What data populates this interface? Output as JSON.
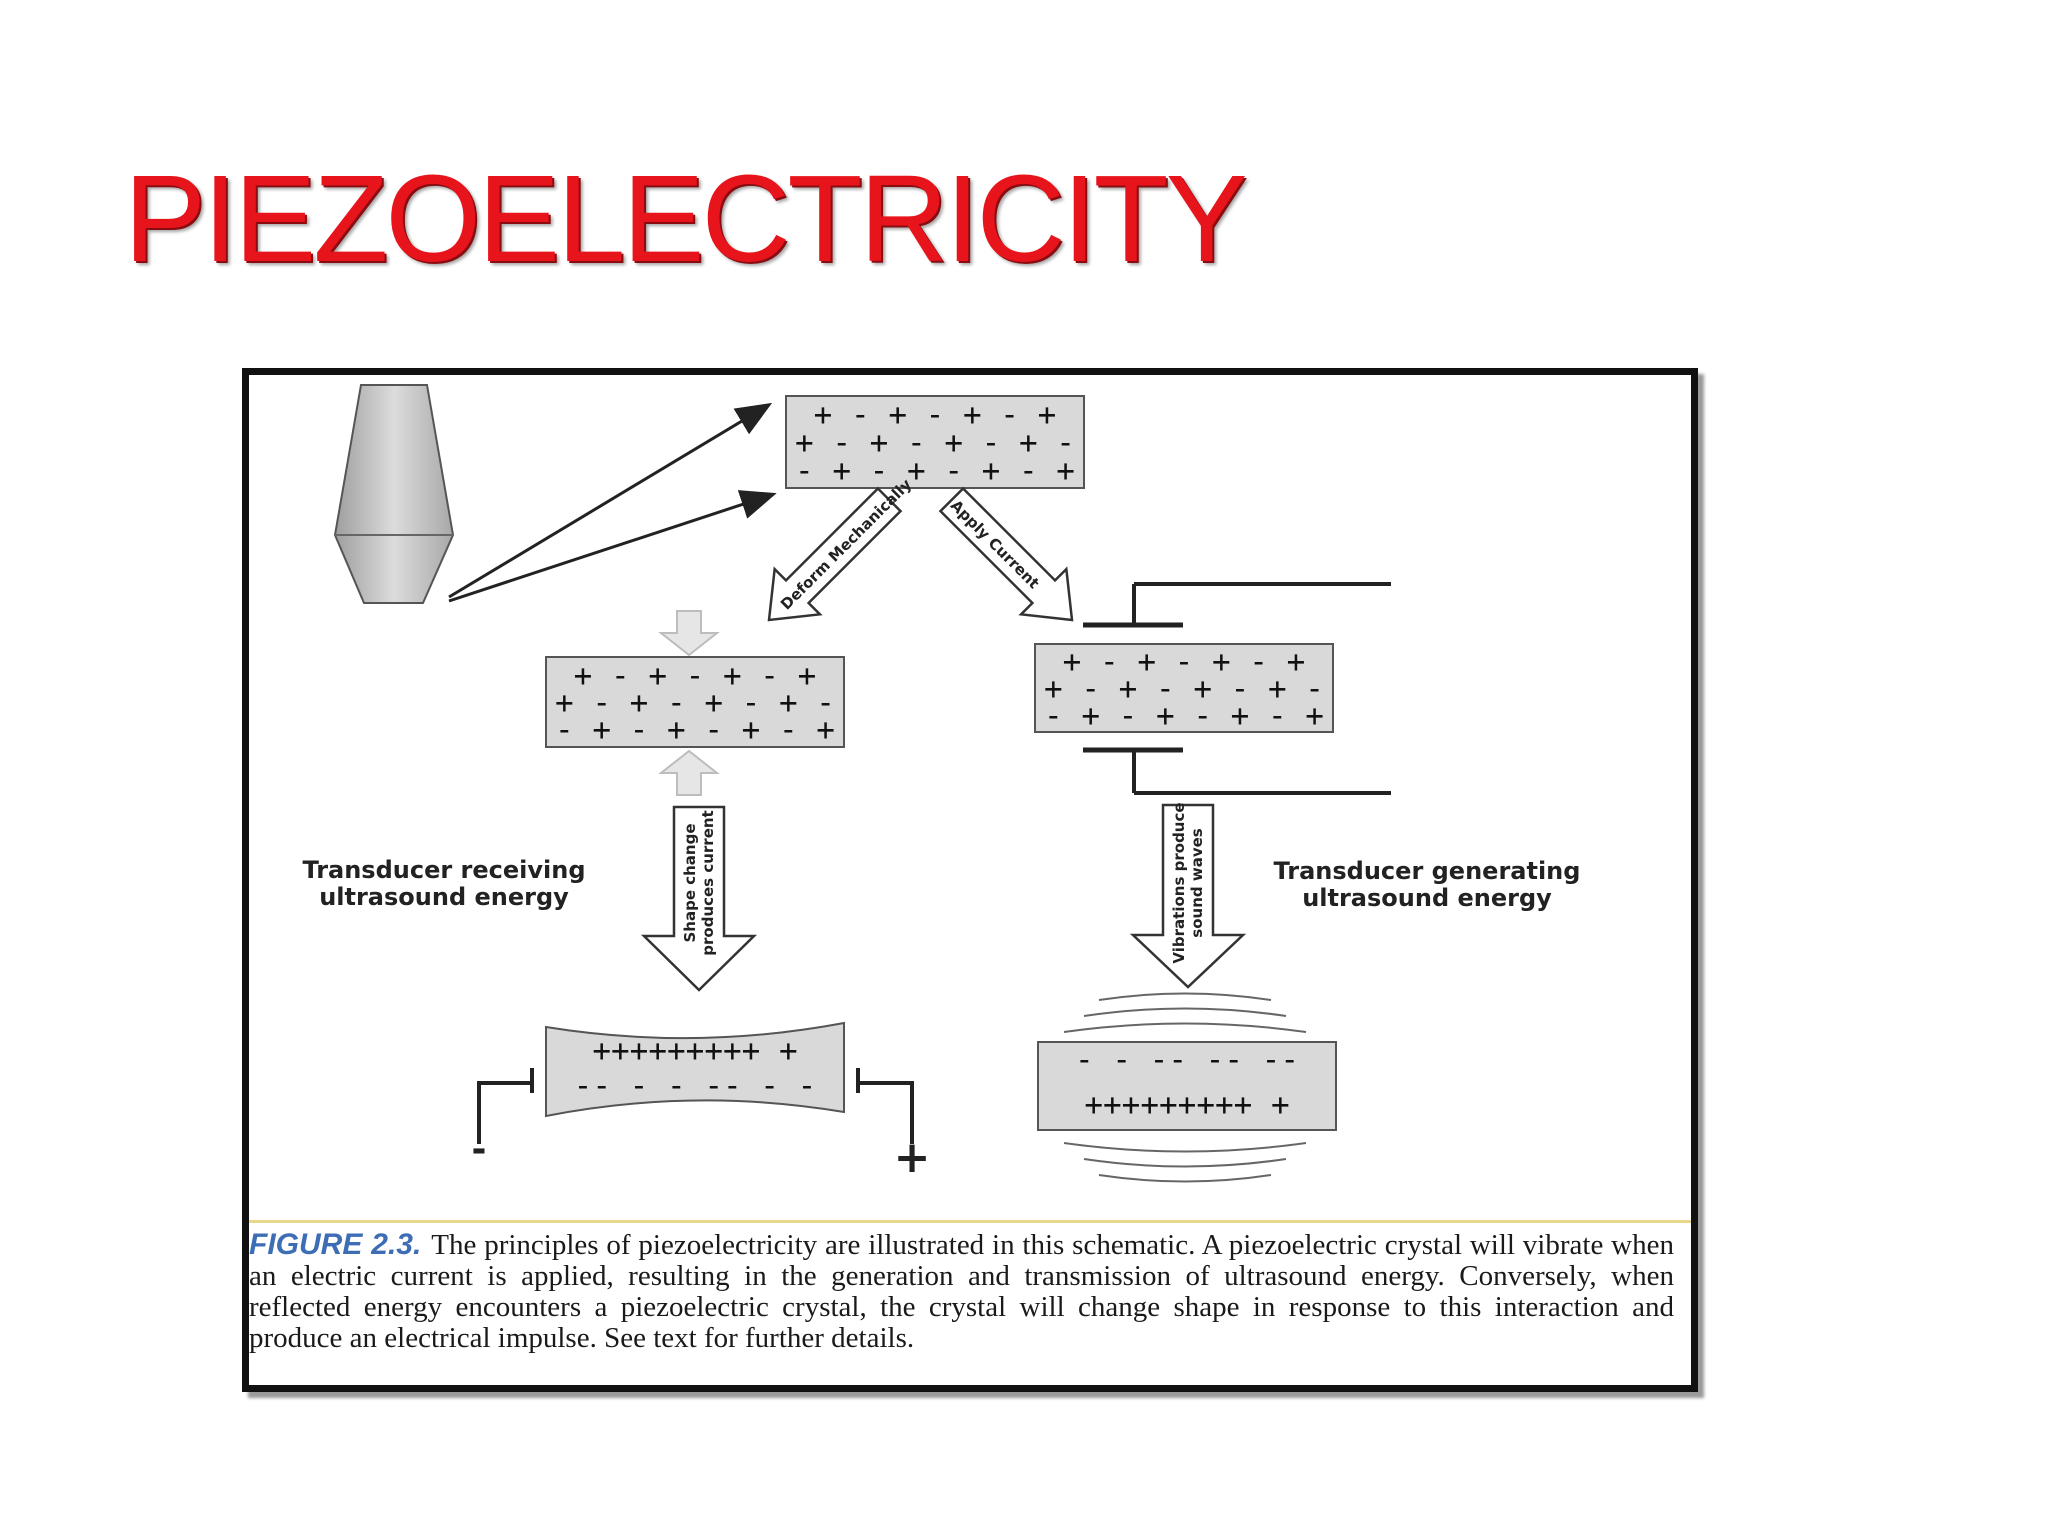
{
  "slide": {
    "title": "PIEZOELECTRICITY"
  },
  "figure": {
    "crystal_rows": [
      "+ - + - + - +",
      "+ - + - + - + -",
      "- + - + - + - +"
    ],
    "deform_label": "Deform Mechanically",
    "apply_label": "Apply Current",
    "receiving_label_line1": "Transducer receiving",
    "receiving_label_line2": "ultrasound energy",
    "generating_label_line1": "Transducer generating",
    "generating_label_line2": "ultrasound energy",
    "shape_change_line1": "Shape change",
    "shape_change_line2": "produces current",
    "vibrations_line1": "Vibrations produce",
    "vibrations_line2": "sound waves",
    "bent_top_charges": "+++++++++ +",
    "bent_bottom_charges": "-- - - -- - -",
    "vib_top_charges": "- -  -- -- --",
    "vib_bottom_charges": "+++++++++ +",
    "minus_terminal": "-",
    "plus_terminal": "+"
  },
  "caption": {
    "label": "FIGURE 2.3.",
    "text": "The principles of piezoelectricity are illustrated in this schematic. A piezoelectric crystal will vibrate when an electric current is applied, resulting in the generation and transmission of ultrasound energy. Conversely, when reflected energy encounters a piezoelectric crystal, the crystal will change shape in response to this interaction and produce an electrical impulse. See text for further details."
  },
  "colors": {
    "title": "#e8141c",
    "crystal_fill": "#d9d9d9",
    "caption_label": "#3d6db5",
    "caption_rule": "#e8d98a"
  }
}
